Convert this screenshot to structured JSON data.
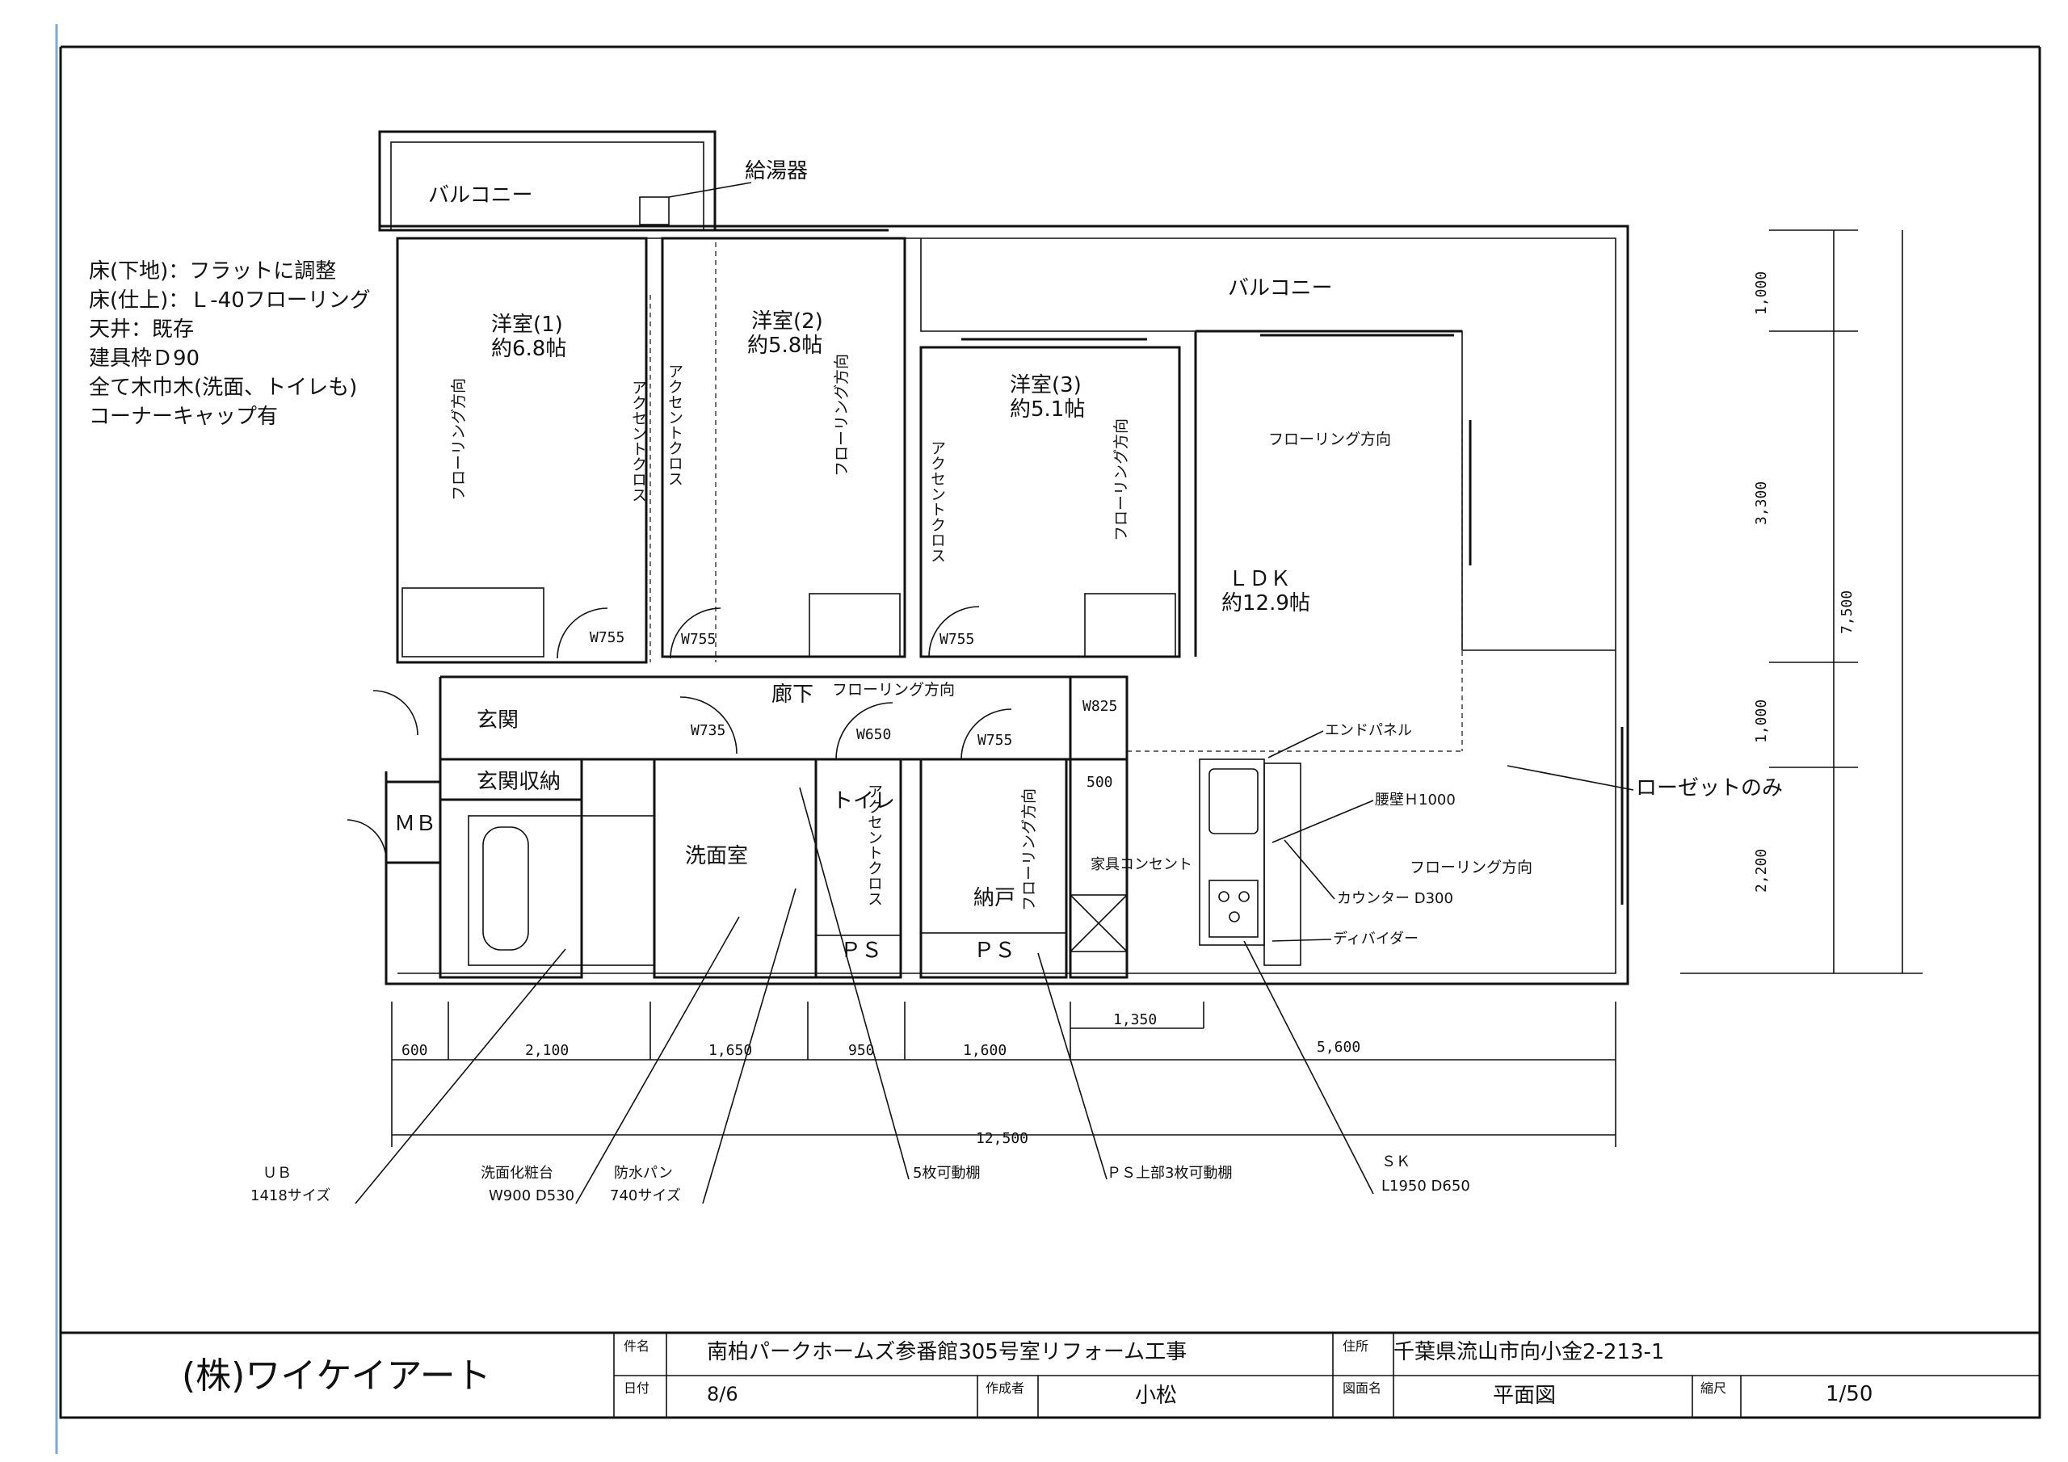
{
  "notes": [
    "床(下地)：フラットに調整",
    "床(仕上)：Ｌ-40フローリング",
    "天井：既存",
    "建具枠Ｄ90",
    "全て木巾木(洗面、トイレも)",
    "コーナーキャップ有"
  ],
  "rooms": {
    "balcony_top": "バルコニー",
    "balcony_right": "バルコニー",
    "water_heater": "給湯器",
    "room1_name": "洋室(1)",
    "room1_size": "約6.8帖",
    "room2_name": "洋室(2)",
    "room2_size": "約5.8帖",
    "room3_name": "洋室(3)",
    "room3_size": "約5.1帖",
    "ldk_name": "ＬＤＫ",
    "ldk_size": "約12.9帖",
    "entrance": "玄関",
    "corridor": "廊下",
    "entrance_storage": "玄関収納",
    "washroom": "洗面室",
    "toilet": "トイレ",
    "storeroom": "納戸",
    "mb": "ＭＢ",
    "ps1": "ＰＳ",
    "ps2": "ＰＳ"
  },
  "flooring_direction": "フローリング方向",
  "accent_cloth": "アクセントクロス",
  "doors": [
    "W755",
    "W755",
    "W755",
    "W825",
    "W735",
    "W650",
    "W755"
  ],
  "shelf_width": "500",
  "kitchen_labels": {
    "end_panel": "エンドパネル",
    "waist_wall": "腰壁Ｈ1000",
    "outlet_only": "ローゼットのみ",
    "furniture_outlet": "家具コンセント",
    "counter": "カウンター D300",
    "divider": "ディバイダー"
  },
  "dimensions": {
    "bottom": [
      "600",
      "2,100",
      "1,650",
      "950",
      "1,600",
      "5,600"
    ],
    "kitchen_width": "1,350",
    "total_width": "12,500",
    "right": [
      "1,000",
      "3,300",
      "1,000",
      "2,200"
    ],
    "total_height": "7,500"
  },
  "callouts": {
    "ub_1": "ＵＢ",
    "ub_2": "1418サイズ",
    "vanity_1": "洗面化粧台",
    "vanity_2": "W900 D530",
    "pan_1": "防水パン",
    "pan_2": "740サイズ",
    "shelf5": "5枚可動棚",
    "ps_shelf": "ＰＳ上部3枚可動棚",
    "sk_1": "ＳＫ",
    "sk_2": "L1950 D650"
  },
  "title_block": {
    "company": "(株)ワイケイアート",
    "subject_label": "件名",
    "subject": "南柏パークホームズ参番館305号室リフォーム工事",
    "address_label": "住所",
    "address": "千葉県流山市向小金2-213-1",
    "date_label": "日付",
    "date": "8/6",
    "author_label": "作成者",
    "author": "小松",
    "drawing_label": "図面名",
    "drawing": "平面図",
    "scale_label": "縮尺",
    "scale": "1/50"
  }
}
